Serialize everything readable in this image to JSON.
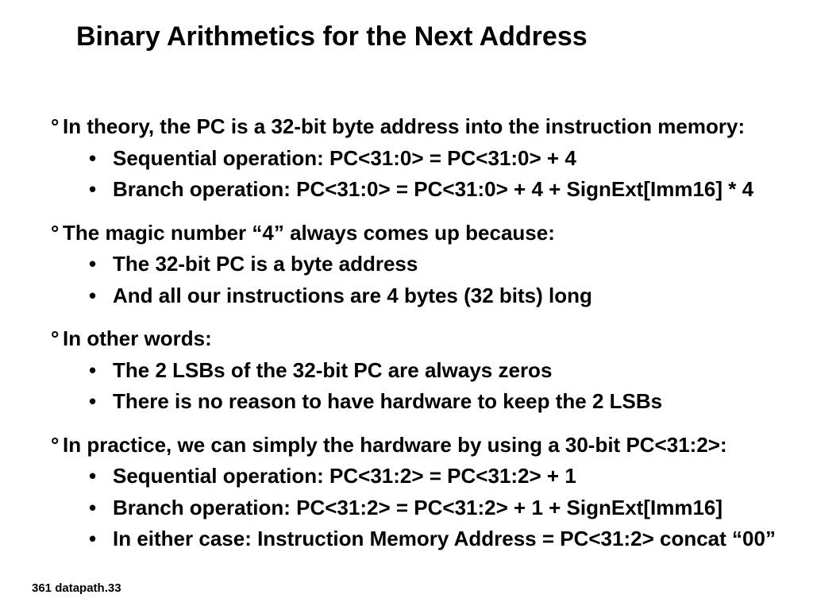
{
  "slide": {
    "title": "Binary Arithmetics for the Next Address",
    "footer": "361 datapath.33",
    "bullet_l1_marker": "°",
    "bullet_l2_marker": "•",
    "text_color": "#000000",
    "background_color": "#ffffff",
    "blocks": [
      {
        "heading": "In theory, the PC is a 32-bit byte address into the instruction memory:",
        "items": [
          "Sequential operation: PC<31:0> = PC<31:0> + 4",
          "Branch operation: PC<31:0> = PC<31:0> + 4 + SignExt[Imm16] * 4"
        ]
      },
      {
        "heading": "The magic number “4” always comes up because:",
        "items": [
          "The 32-bit PC is a byte address",
          "And all our instructions are 4 bytes (32 bits) long"
        ]
      },
      {
        "heading": "In other words:",
        "items": [
          "The 2 LSBs of the 32-bit PC are always zeros",
          "There is no reason to have hardware to keep the 2 LSBs"
        ]
      },
      {
        "heading": "In practice, we can simply the hardware by using a 30-bit PC<31:2>:",
        "items": [
          "Sequential operation: PC<31:2> = PC<31:2> + 1",
          "Branch operation: PC<31:2> = PC<31:2> + 1 + SignExt[Imm16]",
          "In either case: Instruction Memory Address = PC<31:2> concat “00”"
        ]
      }
    ]
  }
}
